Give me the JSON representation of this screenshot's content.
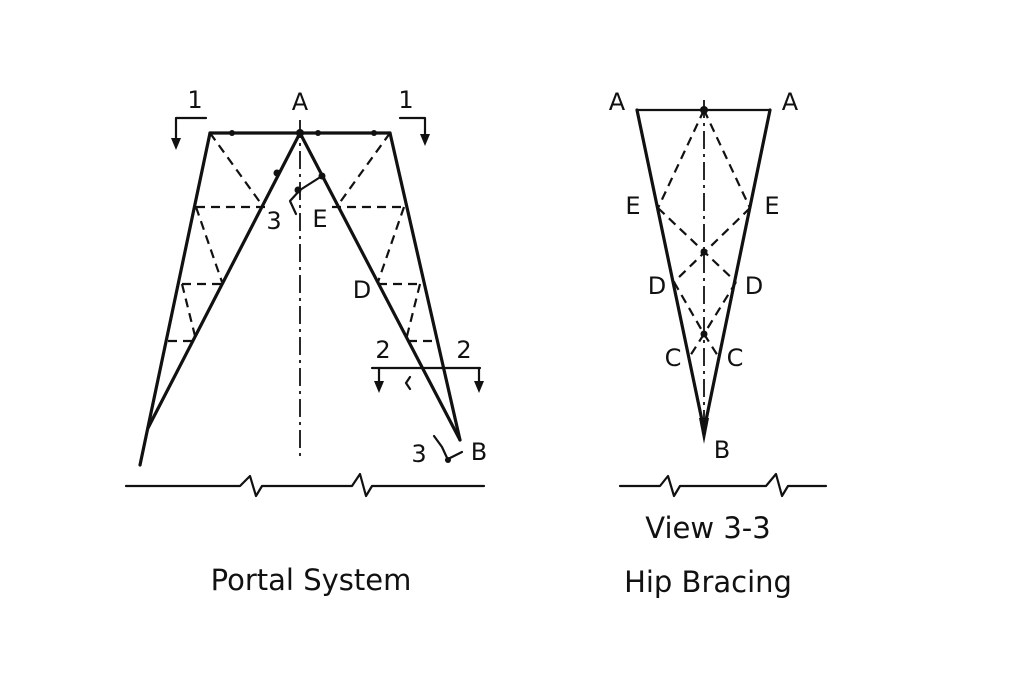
{
  "portal": {
    "caption": "Portal System",
    "labels": {
      "apex": "A",
      "section1_left": "1",
      "section1_right": "1",
      "brace_e": "E",
      "brace_d": "D",
      "view3_top": "3",
      "section2_left": "2",
      "section2_right": "2",
      "view3_bottom": "3",
      "foot_b": "B"
    }
  },
  "hip": {
    "caption_line1": "View 3-3",
    "caption_line2": "Hip Bracing",
    "labels": {
      "a_left": "A",
      "a_right": "A",
      "e_left": "E",
      "e_right": "E",
      "d_left": "D",
      "d_right": "D",
      "c_left": "C",
      "c_right": "C",
      "b": "B"
    }
  }
}
